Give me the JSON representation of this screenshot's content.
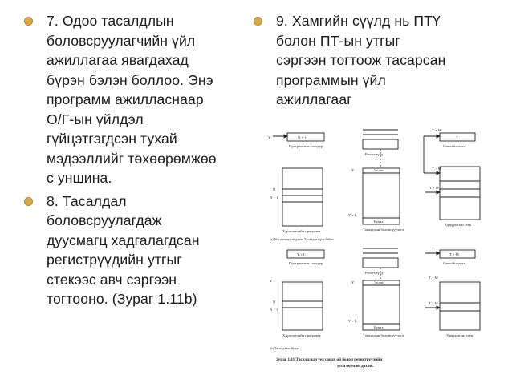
{
  "left_column": {
    "bullets": [
      {
        "lines": [
          "7. Одоо тасалдлын",
          "боловсруулагчийн үйл",
          "ажиллагаа явагдахад",
          "бүрэн бэлэн боллоо. Энэ",
          "программ ажилласнаар",
          "О/Г-ын үйлдэл",
          "гүйцэтгэгдсэн тухай",
          "мэдээллийг  төхөөрөмжөө",
          "с уншина."
        ]
      },
      {
        "lines": [
          "8. Тасалдал",
          "боловсруулагдаж",
          "дуусмагц хадгалагдсан",
          "регистрүүдийн утгыг",
          "стекээс авч сэргээн",
          "тогтооно.   (Зураг 1.11b)"
        ]
      }
    ]
  },
  "right_column": {
    "bullets": [
      {
        "lines": [
          "9. Хамгийн сүүлд нь ПТҮ",
          "болон ПТ-ын утгыг",
          "сэргээн тогтоож  тасарсан",
          "программын үйл",
          "ажиллагааг"
        ]
      }
    ]
  },
  "diagram": {
    "top": {
      "n1": "N + 1",
      "pc_label": "Программын тоолуур",
      "reg_label": "Регистрүүд",
      "sp_label": "Стекийн заагч",
      "t": "T",
      "tm": "T + M",
      "t_minus_m": "T − M",
      "y": "Y",
      "n": "N",
      "n1b": "N + 1",
      "start": "Эхлэх",
      "yl": "Y + L",
      "return": "Буцах",
      "handler": "Тасалдлын боловсруулагч",
      "user_prog": "Хэрэглэгчийн программ",
      "stack": "Удирдлагын стек",
      "caption": "(a) N-р командын дараа  Тасалдал үүсч байна"
    },
    "bottom": {
      "pc_val": "Y + L",
      "pc_label": "Программын тоолуур",
      "reg_label": "Регистрүүд",
      "sp_val": "T + M",
      "sp_label": "Стекийн заагч",
      "t": "T",
      "tm": "T + M",
      "t_minus_m": "T − M",
      "y": "Y",
      "n": "N",
      "n1": "N + 1",
      "start": "Эхлэх",
      "yl": "Y + L",
      "return": "Буцах",
      "handler": "Тасалдлын боловсруулагч",
      "user_prog": "Хэрэглэгчийн программ",
      "stack": "Удирдлагын стек",
      "caption": "(b) Тасалдлаас буцах"
    },
    "figure_caption_1": "Зураг 1.11  Тасалдлын үед санах ой болон регистрүүдийн",
    "figure_caption_2": "утга өөрчлөгдөх нь"
  },
  "colors": {
    "bullet": "#d8a94a",
    "text": "#1a1a1a"
  }
}
